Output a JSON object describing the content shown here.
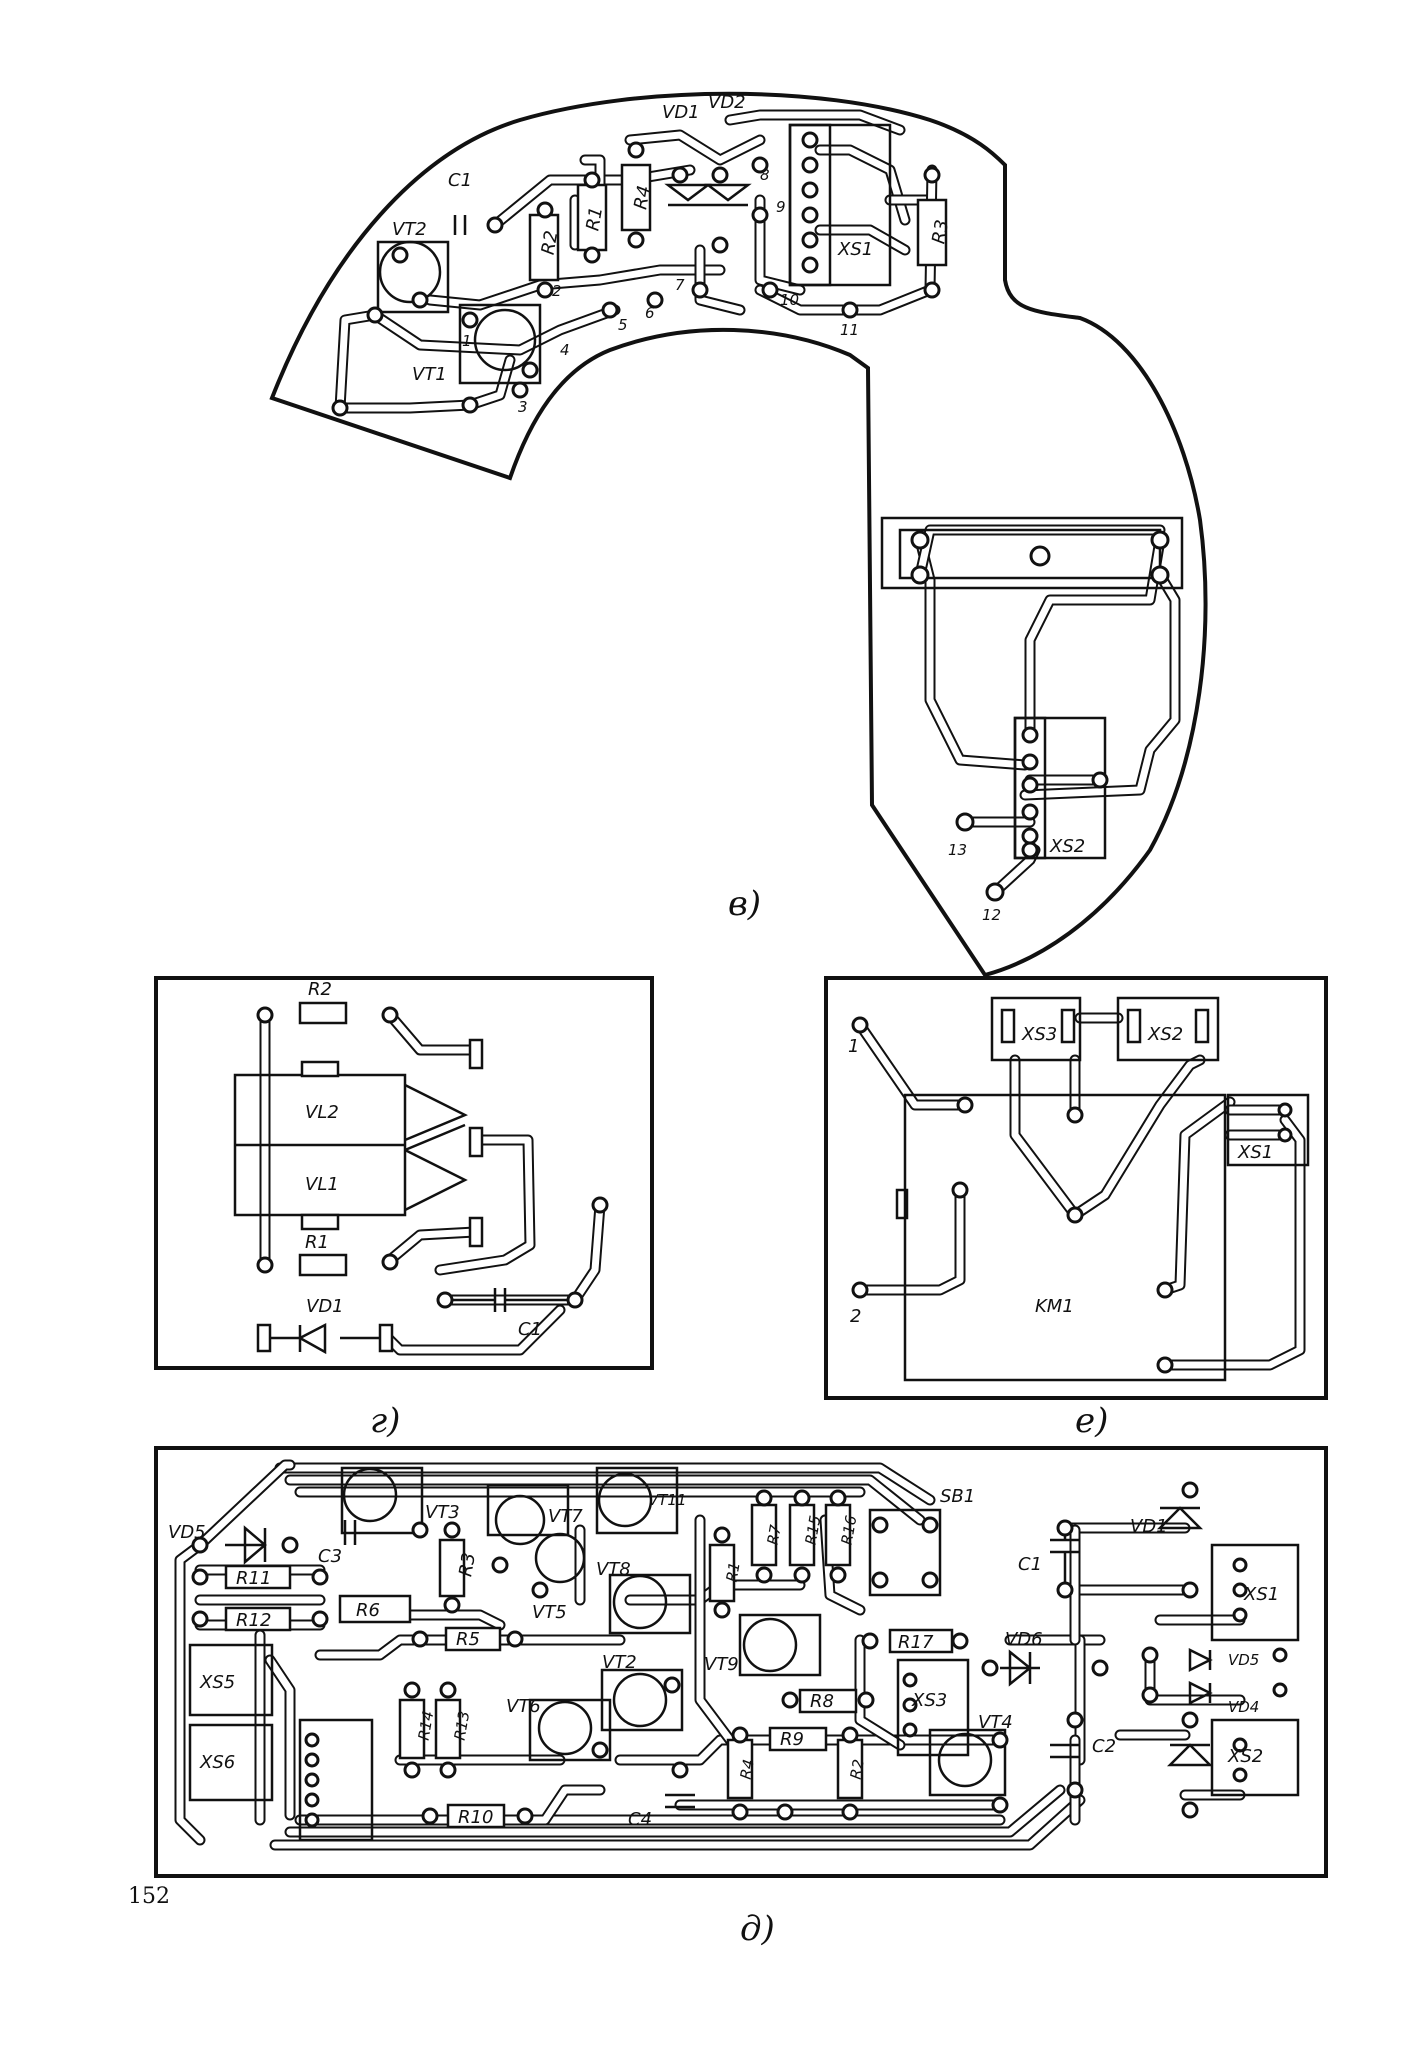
{
  "page": {
    "page_number": "152"
  },
  "panels": {
    "v": {
      "caption": "в)",
      "components": [
        "VD1",
        "VD2",
        "C1",
        "VT2",
        "R2",
        "R1",
        "R4",
        "XS1",
        "R3",
        "VT1",
        "XS2"
      ],
      "pins": [
        "1",
        "2",
        "3",
        "4",
        "5",
        "6",
        "7",
        "8",
        "9",
        "10",
        "11",
        "12",
        "13"
      ]
    },
    "g": {
      "caption": "г)",
      "components": [
        "R2",
        "VL2",
        "VL1",
        "R1",
        "VD1",
        "C1"
      ]
    },
    "e": {
      "caption": "е)",
      "components": [
        "XS3",
        "XS2",
        "XS1",
        "KM1"
      ],
      "pins": [
        "1",
        "2"
      ]
    },
    "d": {
      "caption": "д)",
      "components": [
        "VD5",
        "VT3",
        "VT7",
        "VT11",
        "SB1",
        "C1",
        "VD1",
        "C3",
        "R3",
        "VT8",
        "R11",
        "R12",
        "R6",
        "VT5",
        "R5",
        "R17",
        "VD6",
        "VD5",
        "XS1",
        "VT2",
        "VT9",
        "XS5",
        "XS3",
        "VD4",
        "R8",
        "VT6",
        "R14",
        "R13",
        "VT4",
        "C2",
        "XS2",
        "XS6",
        "R9",
        "R10",
        "C4",
        "R4",
        "R2",
        "R7",
        "R15",
        "R16",
        "R1"
      ]
    }
  }
}
